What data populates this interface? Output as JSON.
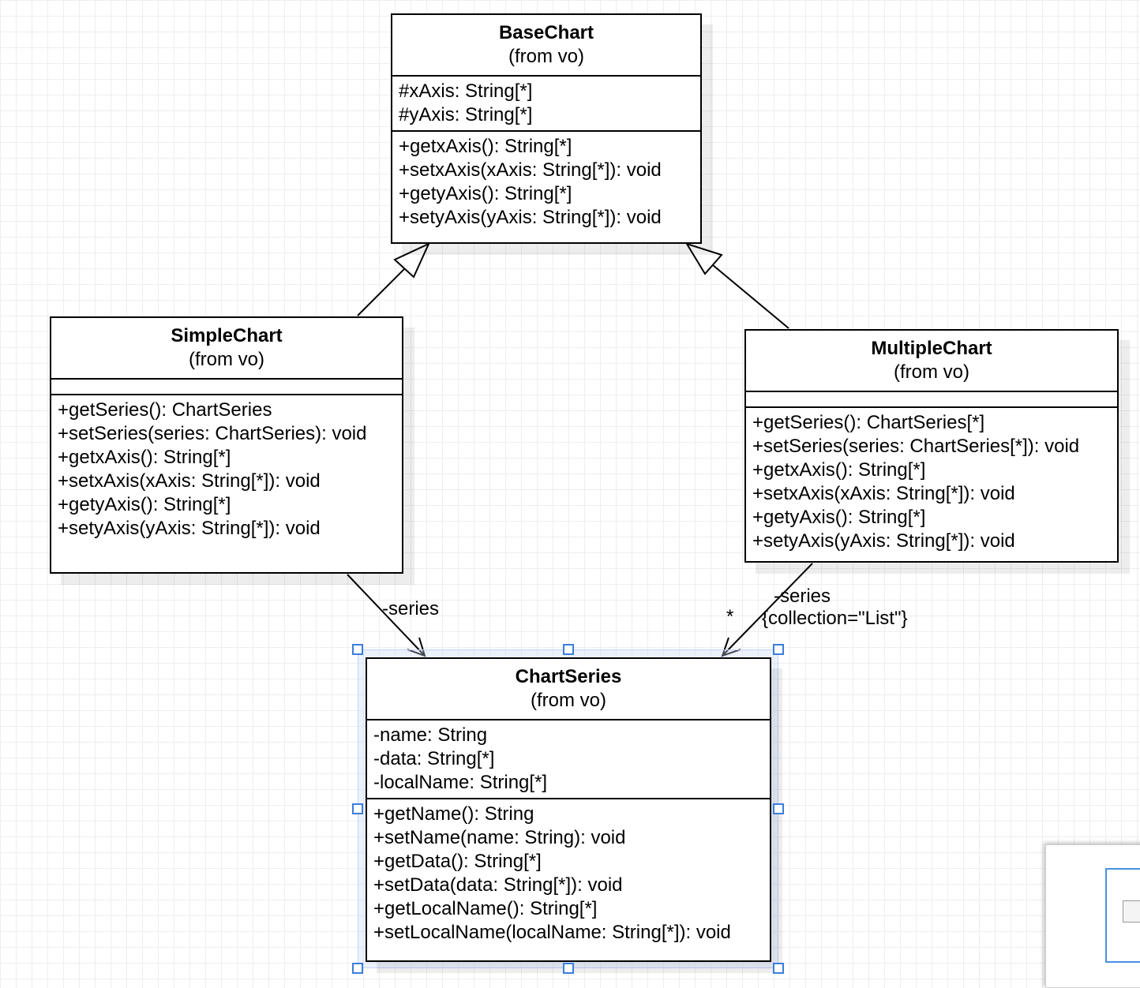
{
  "diagram": {
    "classes": {
      "basechart": {
        "name": "BaseChart",
        "stereotype": "(from vo)",
        "attributes": [
          "#xAxis: String[*]",
          "#yAxis: String[*]"
        ],
        "operations": [
          "+getxAxis(): String[*]",
          "+setxAxis(xAxis: String[*]): void",
          "+getyAxis(): String[*]",
          "+setyAxis(yAxis: String[*]): void"
        ]
      },
      "simplechart": {
        "name": "SimpleChart",
        "stereotype": "(from vo)",
        "attributes": [],
        "operations": [
          "+getSeries(): ChartSeries",
          "+setSeries(series: ChartSeries): void",
          "+getxAxis(): String[*]",
          "+setxAxis(xAxis: String[*]): void",
          "+getyAxis(): String[*]",
          "+setyAxis(yAxis: String[*]): void"
        ]
      },
      "multiplechart": {
        "name": "MultipleChart",
        "stereotype": "(from vo)",
        "attributes": [],
        "operations": [
          "+getSeries(): ChartSeries[*]",
          "+setSeries(series: ChartSeries[*]): void",
          "+getxAxis(): String[*]",
          "+setxAxis(xAxis: String[*]): void",
          "+getyAxis(): String[*]",
          "+setyAxis(yAxis: String[*]): void"
        ]
      },
      "chartseries": {
        "name": "ChartSeries",
        "stereotype": "(from vo)",
        "attributes": [
          "-name: String",
          "-data: String[*]",
          "-localName: String[*]"
        ],
        "operations": [
          "+getName(): String",
          "+setName(name: String): void",
          "+getData(): String[*]",
          "+setData(data: String[*]): void",
          "+getLocalName(): String[*]",
          "+setLocalName(localName: String[*]): void"
        ]
      }
    },
    "edges": {
      "simple_series": {
        "label": "-series"
      },
      "multiple_series": {
        "label": "-series",
        "constraint": "{collection=\"List\"}",
        "multiplicity": "*"
      }
    },
    "selected_class": "ChartSeries",
    "colors": {
      "line": "#000000",
      "selection": "#3b7ddd",
      "grid": "#eeeeee"
    }
  }
}
